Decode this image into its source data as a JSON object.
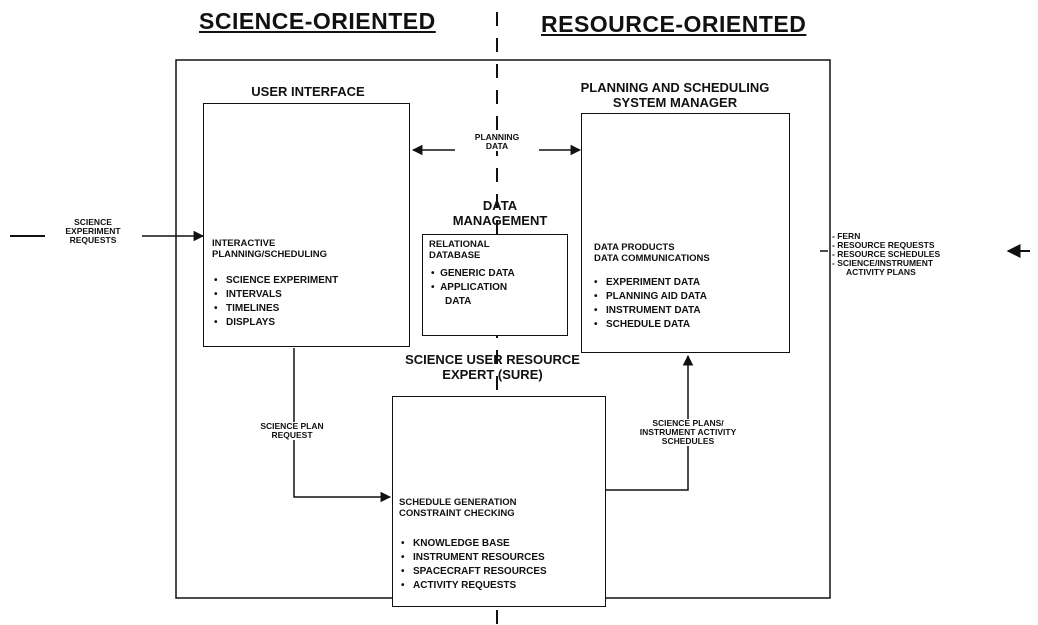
{
  "headers": {
    "left": "SCIENCE-ORIENTED",
    "right": "RESOURCE-ORIENTED"
  },
  "user_interface": {
    "title": "USER INTERFACE",
    "heading": [
      "INTERACTIVE",
      "PLANNING/SCHEDULING"
    ],
    "items": [
      "SCIENCE EXPERIMENT",
      "INTERVALS",
      "TIMELINES",
      "DISPLAYS"
    ]
  },
  "planning_manager": {
    "title": [
      "PLANNING AND SCHEDULING",
      "SYSTEM MANAGER"
    ],
    "heading": [
      "DATA PRODUCTS",
      "DATA COMMUNICATIONS"
    ],
    "items": [
      "EXPERIMENT DATA",
      "PLANNING AID DATA",
      "INSTRUMENT DATA",
      "SCHEDULE DATA"
    ]
  },
  "data_management": {
    "title": [
      "DATA",
      "MANAGEMENT"
    ],
    "heading": [
      "RELATIONAL",
      "DATABASE"
    ],
    "items": [
      "GENERIC DATA",
      "APPLICATION",
      "DATA"
    ]
  },
  "sure": {
    "title": [
      "SCIENCE USER RESOURCE",
      "EXPERT (SURE)"
    ],
    "heading": [
      "SCHEDULE GENERATION",
      "CONSTRAINT CHECKING"
    ],
    "items": [
      "KNOWLEDGE BASE",
      "INSTRUMENT RESOURCES",
      "SPACECRAFT RESOURCES",
      "ACTIVITY REQUESTS"
    ]
  },
  "flows": {
    "planning_data": [
      "PLANNING",
      "DATA"
    ],
    "science_requests": [
      "SCIENCE",
      "EXPERIMENT",
      "REQUESTS"
    ],
    "science_plan_request": [
      "SCIENCE PLAN",
      "REQUEST"
    ],
    "science_plans": [
      "SCIENCE PLANS/",
      "INSTRUMENT ACTIVITY",
      "SCHEDULES"
    ],
    "outputs": [
      "- FERN",
      "- RESOURCE  REQUESTS",
      "- RESOURCE SCHEDULES",
      "- SCIENCE/INSTRUMENT",
      "ACTIVITY PLANS"
    ]
  }
}
